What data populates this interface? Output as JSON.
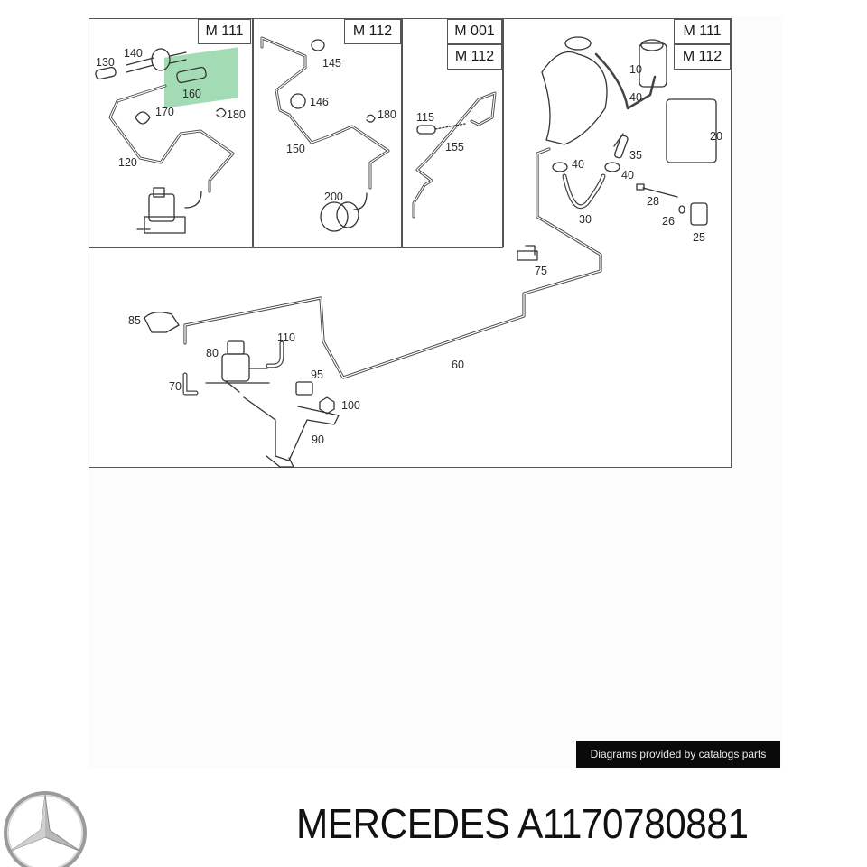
{
  "diagram": {
    "panels": [
      {
        "id": "panel-a",
        "tags": [
          "M 111"
        ],
        "callouts": [
          "130",
          "140",
          "160",
          "170",
          "180",
          "120"
        ],
        "highlighted": "160"
      },
      {
        "id": "panel-b",
        "tags": [
          "M 112"
        ],
        "callouts": [
          "145",
          "146",
          "180",
          "150",
          "200"
        ]
      },
      {
        "id": "panel-c",
        "tags": [
          "M 001",
          "M 112"
        ],
        "callouts": [
          "115",
          "155"
        ]
      },
      {
        "id": "panel-d",
        "tags": [
          "M 111",
          "M 112"
        ],
        "callouts": [
          "10",
          "40",
          "20",
          "35",
          "40",
          "40",
          "30",
          "28",
          "26",
          "25",
          "75"
        ]
      },
      {
        "id": "panel-main",
        "tags": [],
        "callouts": [
          "85",
          "110",
          "80",
          "60",
          "95",
          "70",
          "100",
          "90"
        ]
      }
    ],
    "highlight_color": "#58be78",
    "labels": {
      "p130": "130",
      "p140": "140",
      "p160": "160",
      "p170": "170",
      "p180a": "180",
      "p120": "120",
      "p145": "145",
      "p146": "146",
      "p180b": "180",
      "p150": "150",
      "p200": "200",
      "p115": "115",
      "p155": "155",
      "p10": "10",
      "p40a": "40",
      "p20": "20",
      "p35": "35",
      "p40b": "40",
      "p40c": "40",
      "p30": "30",
      "p28": "28",
      "p26": "26",
      "p25": "25",
      "p75": "75",
      "p85": "85",
      "p110": "110",
      "p80": "80",
      "p60": "60",
      "p95": "95",
      "p70": "70",
      "p100": "100",
      "p90": "90"
    },
    "tags": {
      "a1": "M 111",
      "b1": "M 112",
      "c1": "M 001",
      "c2": "M 112",
      "d1": "M 111",
      "d2": "M 112"
    }
  },
  "credit": "Diagrams provided by catalogs parts",
  "footer": {
    "brand": "MERCEDES",
    "part_number": "A1170780881",
    "title": "MERCEDES A1170780881",
    "logo": "mercedes-star-logo"
  }
}
